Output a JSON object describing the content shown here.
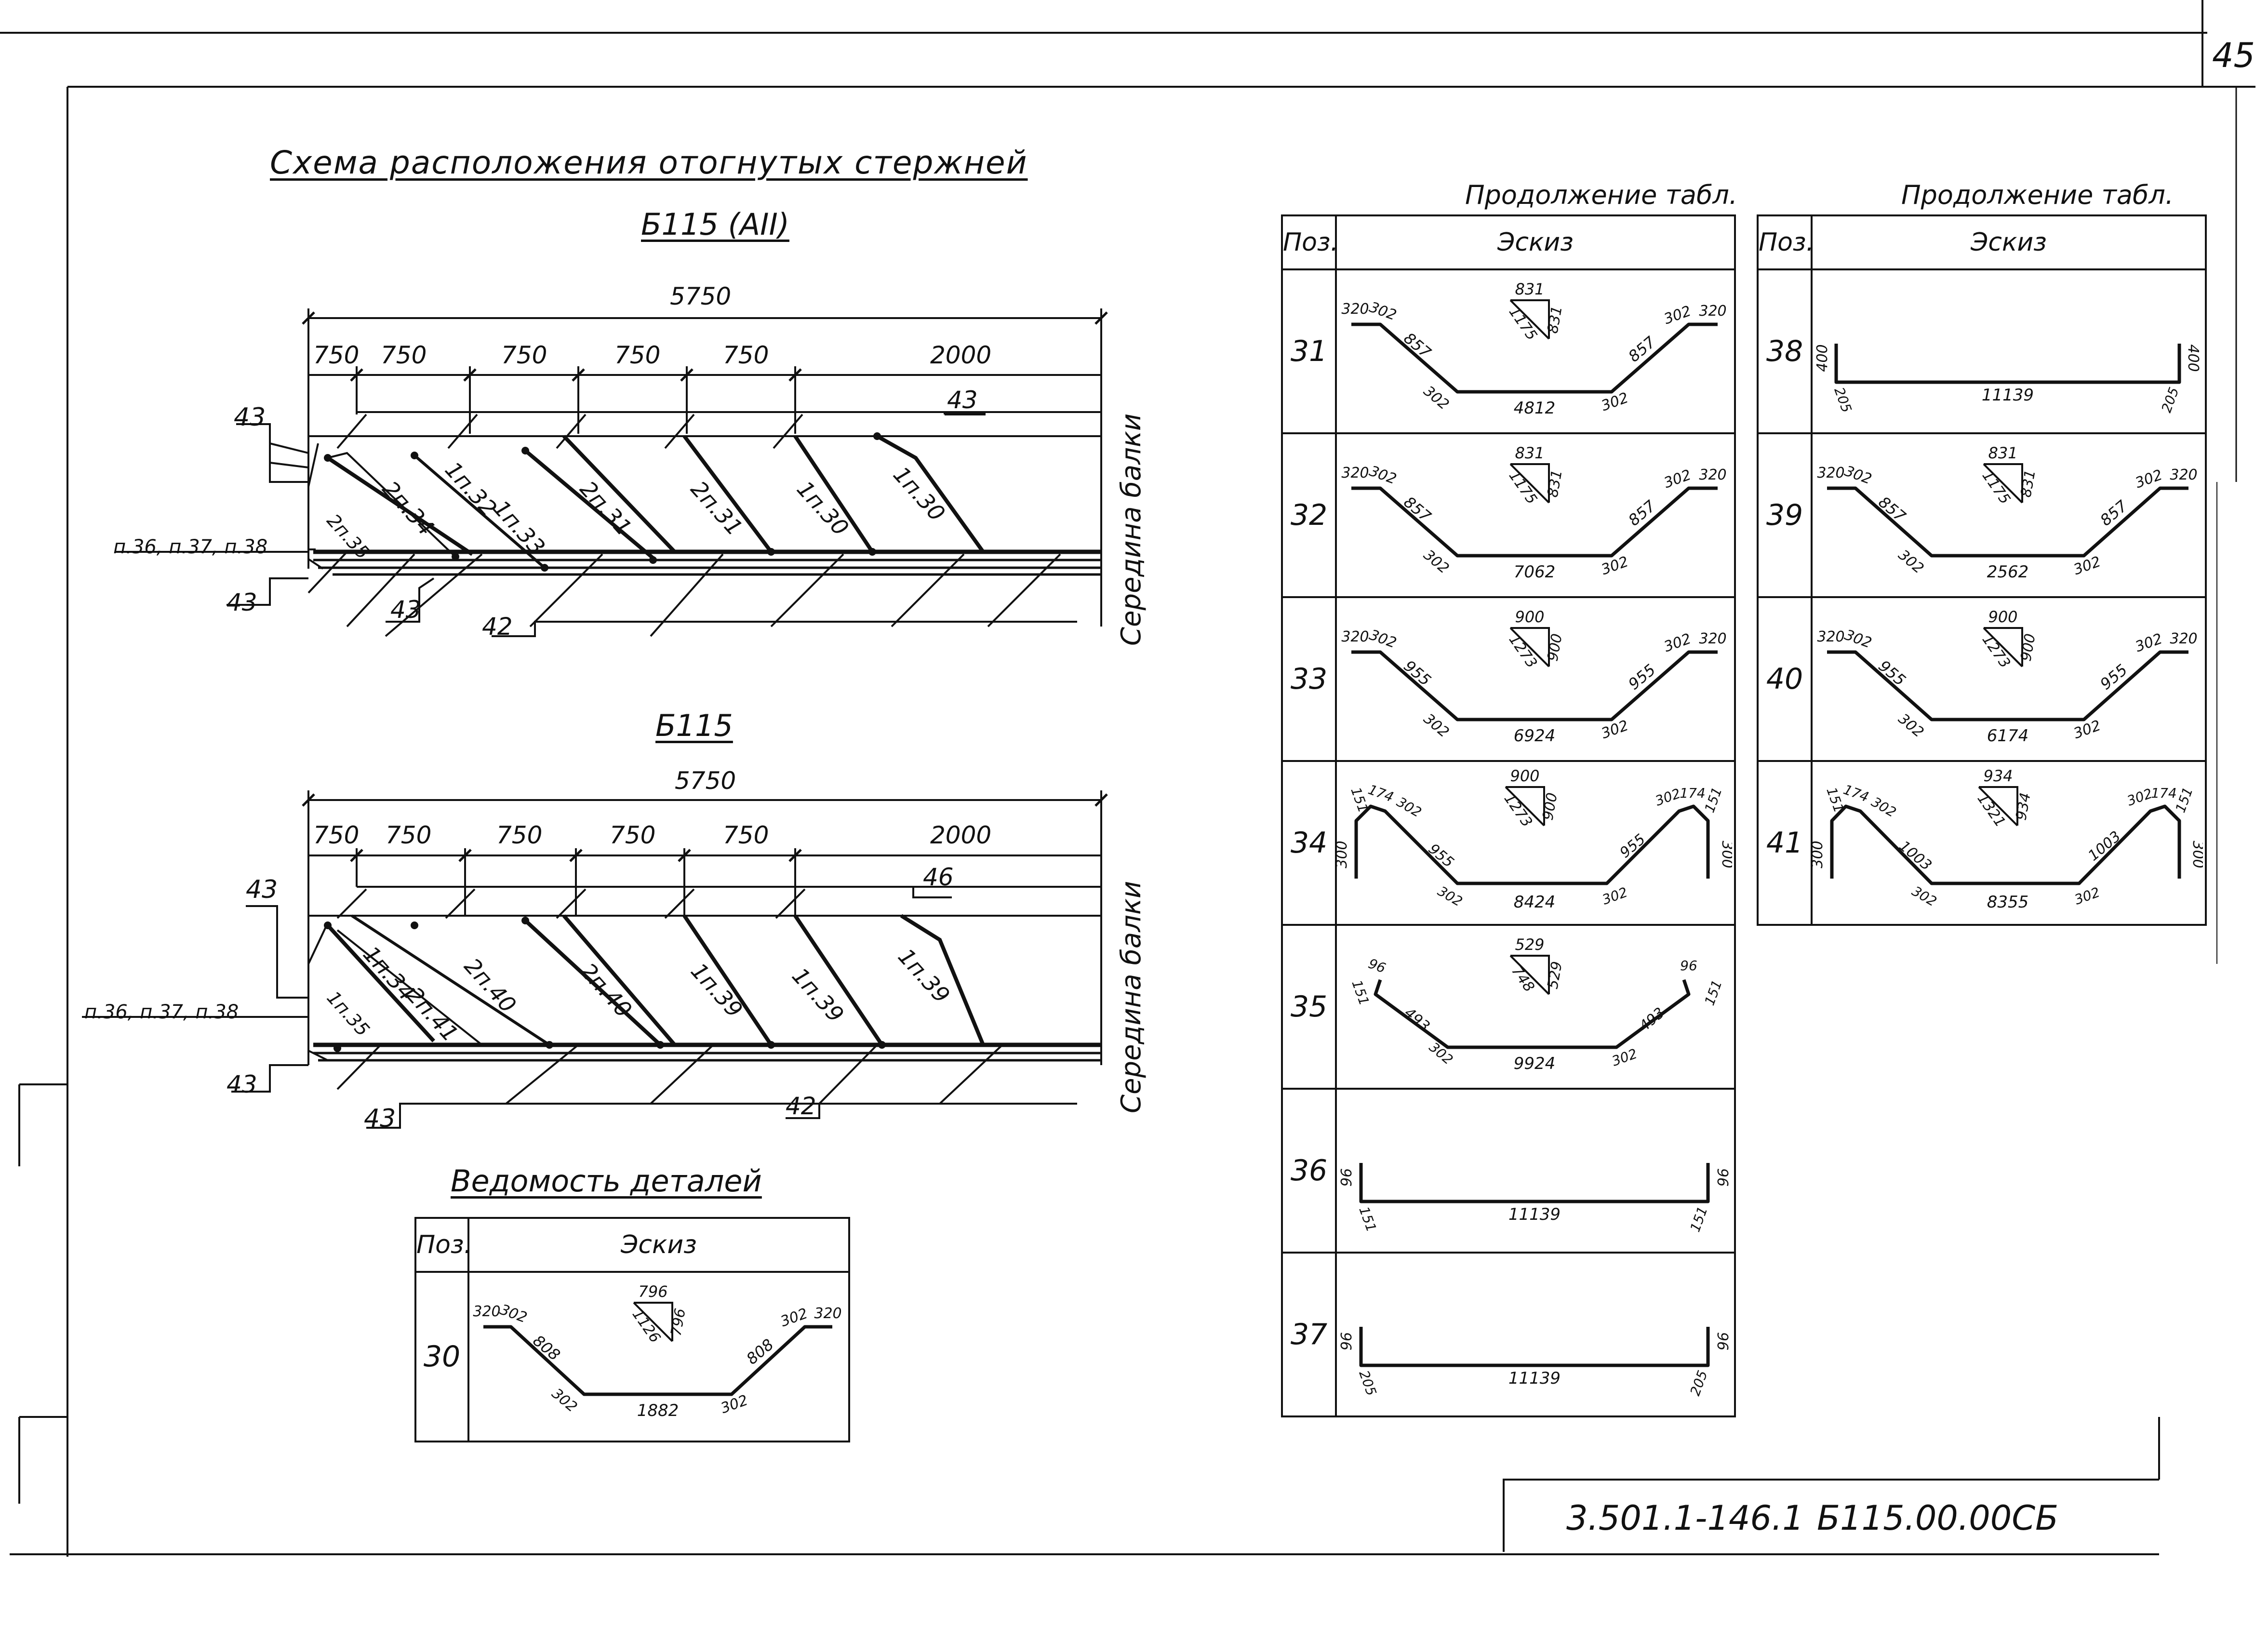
{
  "sheet_number": "45",
  "scheme": {
    "title": "Схема расположения отогнутых стержней",
    "top": {
      "subtitle": "Б115 (АII)",
      "overall": "5750",
      "spans": [
        "750",
        "750",
        "750",
        "750",
        "750",
        "2000"
      ],
      "bar_labels": [
        "2п.34",
        "1п.32",
        "1п.33",
        "2п.31",
        "2п.31",
        "1п.30",
        "1п.30",
        "2п.35"
      ],
      "callouts": [
        "43",
        "43",
        "43",
        "43",
        "42"
      ],
      "side_label": "п.36, п.37, п.38",
      "midspan_label": "Середина балки"
    },
    "bottom": {
      "subtitle": "Б115",
      "overall": "5750",
      "spans": [
        "750",
        "750",
        "750",
        "750",
        "750",
        "2000"
      ],
      "bar_labels": [
        "1п.34",
        "2п.41",
        "2п.40",
        "2п.40",
        "1п.39",
        "1п.39",
        "1п.39",
        "1п.35"
      ],
      "callouts": [
        "46",
        "43",
        "43",
        "43",
        "42"
      ],
      "side_label": "п.36, п.37, п.38",
      "midspan_label": "Середина балки"
    }
  },
  "vedomost": {
    "title": "Ведомость деталей",
    "headers": [
      "Поз.",
      "Эскиз"
    ],
    "rows": [
      {
        "pos": "30",
        "dims": [
          "320",
          "302",
          "808",
          "302",
          "1882",
          "302",
          "808",
          "302",
          "320"
        ],
        "tri": [
          "796",
          "1126",
          "796"
        ]
      }
    ]
  },
  "cont_table_1": {
    "caption": "Продолжение табл.",
    "headers": [
      "Поз.",
      "Эскиз"
    ],
    "rows": [
      {
        "pos": "31",
        "type": "trough",
        "dims": [
          "320",
          "302",
          "857",
          "302",
          "4812",
          "302",
          "857",
          "302",
          "320"
        ],
        "tri": [
          "831",
          "1175",
          "831"
        ]
      },
      {
        "pos": "32",
        "type": "trough",
        "dims": [
          "320",
          "302",
          "857",
          "302",
          "7062",
          "302",
          "857",
          "302",
          "320"
        ],
        "tri": [
          "831",
          "1175",
          "831"
        ]
      },
      {
        "pos": "33",
        "type": "trough",
        "dims": [
          "320",
          "302",
          "955",
          "302",
          "6924",
          "302",
          "955",
          "302",
          "320"
        ],
        "tri": [
          "900",
          "1273",
          "900"
        ]
      },
      {
        "pos": "34",
        "type": "hook",
        "dims": [
          "151",
          "174",
          "302",
          "955",
          "302",
          "8424",
          "302",
          "955",
          "302",
          "174",
          "151",
          "300",
          "300"
        ],
        "tri": [
          "900",
          "1273",
          "900"
        ]
      },
      {
        "pos": "35",
        "type": "short",
        "dims": [
          "151",
          "96",
          "493",
          "302",
          "9924",
          "302",
          "493",
          "96",
          "151"
        ],
        "tri": [
          "529",
          "748",
          "529"
        ]
      },
      {
        "pos": "36",
        "type": "straight",
        "dims": [
          "96",
          "151",
          "11139",
          "151",
          "96"
        ]
      },
      {
        "pos": "37",
        "type": "straight",
        "dims": [
          "96",
          "205",
          "11139",
          "205",
          "96"
        ]
      }
    ]
  },
  "cont_table_2": {
    "caption": "Продолжение табл.",
    "headers": [
      "Поз.",
      "Эскиз"
    ],
    "rows": [
      {
        "pos": "38",
        "type": "straight",
        "dims": [
          "400",
          "205",
          "11139",
          "205",
          "400"
        ]
      },
      {
        "pos": "39",
        "type": "trough",
        "dims": [
          "320",
          "302",
          "857",
          "302",
          "2562",
          "302",
          "857",
          "302",
          "320"
        ],
        "tri": [
          "831",
          "1175",
          "831"
        ]
      },
      {
        "pos": "40",
        "type": "trough",
        "dims": [
          "320",
          "302",
          "955",
          "302",
          "6174",
          "302",
          "955",
          "302",
          "320"
        ],
        "tri": [
          "900",
          "1273",
          "900"
        ]
      },
      {
        "pos": "41",
        "type": "hook",
        "dims": [
          "151",
          "174",
          "302",
          "1003",
          "302",
          "8355",
          "302",
          "1003",
          "302",
          "174",
          "151",
          "300",
          "300"
        ],
        "tri": [
          "934",
          "1321",
          "934"
        ]
      }
    ]
  },
  "stamp": {
    "code": "3.501.1-146.1",
    "drawing": "Б115.00.00СБ"
  }
}
